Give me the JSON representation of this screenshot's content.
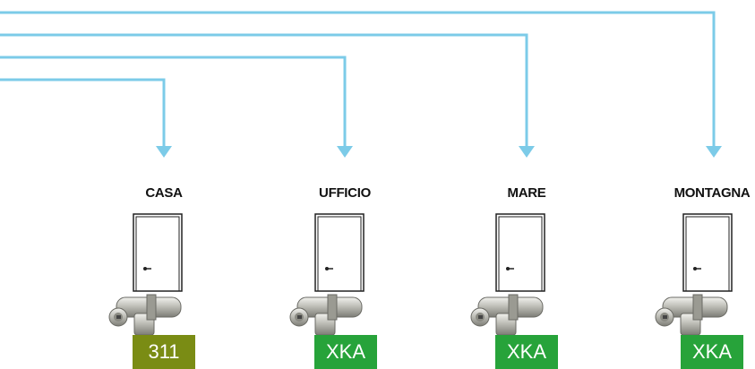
{
  "colors": {
    "connector": "#7ccbe8",
    "badge_master": "#7a8c14",
    "badge_series": "#27a33a"
  },
  "doors": [
    {
      "label": "CASA",
      "code": "311",
      "badge": "master",
      "icon": "door-icon"
    },
    {
      "label": "UFFICIO",
      "code": "XKA",
      "badge": "series",
      "icon": "door-icon"
    },
    {
      "label": "MARE",
      "code": "XKA",
      "badge": "series",
      "icon": "door-icon"
    },
    {
      "label": "MONTAGNA",
      "code": "XKA",
      "badge": "series",
      "icon": "door-icon"
    }
  ]
}
